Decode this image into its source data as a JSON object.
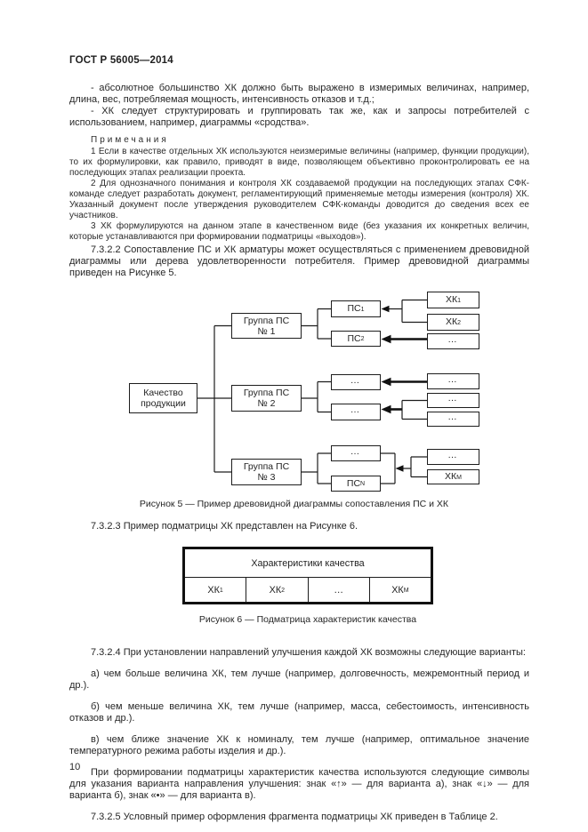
{
  "page": {
    "header": "ГОСТ Р 56005—2014",
    "page_number": "10"
  },
  "paragraphs": {
    "p1": "- абсолютное большинство ХК должно быть выражено в измеримых величинах, например, длина, вес, потребляемая мощность, интенсивность отказов и т.д.;",
    "p2": "- ХК следует структурировать и группировать так же, как и запросы потребителей с использованием, например, диаграммы «сродства».",
    "notes_heading": "Примечания",
    "note1": "1 Если в качестве отдельных ХК используются неизмеримые величины (например, функции продукции), то их формулировки, как правило, приводят в виде, позволяющем объективно проконтролировать ее на последующих этапах реализации проекта.",
    "note2": "2 Для однозначного понимания и контроля ХК создаваемой продукции на последующих этапах СФК-команде следует разработать документ, регламентирующий применяемые методы измерения (контроля) ХК. Указанный документ после утверждения руководителем СФК-команды доводится до сведения всех ее участников.",
    "note3": "3 ХК формулируются на данном этапе в качественном виде (без указания их конкретных величин, которые устанавливаются при формировании подматрицы «выходов»).",
    "p7322": "7.3.2.2 Сопоставление ПС и ХК арматуры может осуществляться с применением древовидной диаграммы или дерева удовлетворенности потребителя. Пример древовидной диаграммы приведен на Рисунке 5.",
    "p7323": "7.3.2.3 Пример подматрицы ХК представлен на Рисунке 6.",
    "p7324": "7.3.2.4 При установлении направлений улучшения каждой ХК возможны следующие варианты:",
    "item_a": "а) чем больше величина ХК, тем лучше (например, долговечность, межремонтный период и др.).",
    "item_b": "б) чем меньше величина ХК, тем лучше (например, масса, себестоимость, интенсивность отказов и др.).",
    "item_v": "в) чем ближе значение ХК к номиналу, тем лучше (например, оптимальное значение температурного режима работы изделия и др.).",
    "p_symbols": "При формировании подматрицы характеристик качества используются следующие символы для указания варианта направления улучшения: знак «↑» — для варианта а), знак «↓» — для варианта б), знак «•» — для варианта в).",
    "p7325": "7.3.2.5 Условный пример оформления фрагмента подматрицы ХК приведен в Таблице 2."
  },
  "figure5": {
    "caption": "Рисунок 5 — Пример древовидной диаграммы сопоставления ПС и ХК",
    "root": {
      "line1": "Качество",
      "line2": "продукции"
    },
    "groups": [
      {
        "line1": "Группа ПС",
        "line2": "№ 1"
      },
      {
        "line1": "Группа ПС",
        "line2": "№ 2"
      },
      {
        "line1": "Группа ПС",
        "line2": "№ 3"
      }
    ],
    "ps_nodes": [
      {
        "base": "ПС",
        "sub": "1"
      },
      {
        "base": "ПС",
        "sub": "2"
      },
      {
        "base": "…",
        "sub": ""
      },
      {
        "base": "…",
        "sub": ""
      },
      {
        "base": "…",
        "sub": ""
      },
      {
        "base": "ПС",
        "sub": "N"
      }
    ],
    "xk_nodes": [
      {
        "base": "ХК",
        "sub": "1"
      },
      {
        "base": "ХК",
        "sub": "2"
      },
      {
        "base": "…",
        "sub": ""
      },
      {
        "base": "…",
        "sub": ""
      },
      {
        "base": "…",
        "sub": ""
      },
      {
        "base": "…",
        "sub": ""
      },
      {
        "base": "…",
        "sub": ""
      },
      {
        "base": "ХК",
        "sub": "М"
      }
    ]
  },
  "figure6": {
    "caption": "Рисунок 6 — Подматрица характеристик качества",
    "header": "Характеристики качества",
    "cells": [
      {
        "base": "ХК",
        "sub": "1"
      },
      {
        "base": "ХК",
        "sub": "2"
      },
      {
        "base": "…",
        "sub": ""
      },
      {
        "base": "ХК",
        "sub": "М"
      }
    ]
  }
}
